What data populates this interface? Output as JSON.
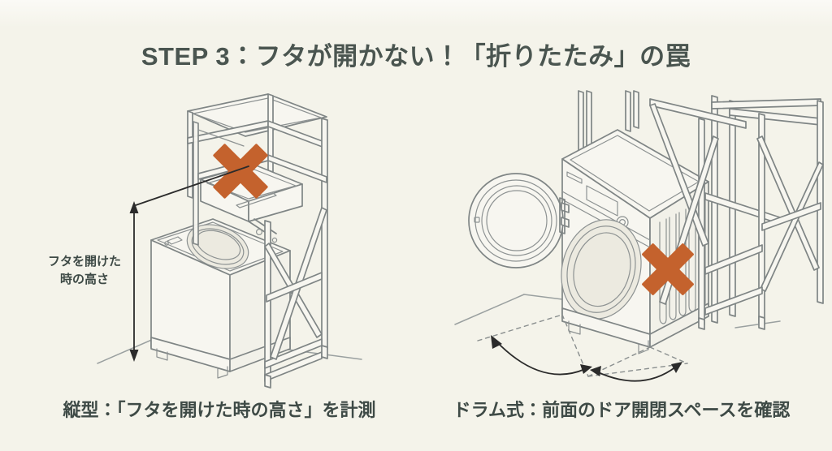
{
  "page": {
    "background_color": "#f4f3ea",
    "ink_color": "#7a8080",
    "text_color": "#3e4a46",
    "accent_color": "#c4622d"
  },
  "header": {
    "title": "STEP 3：フタが開かない！「折りたたみ」の罠",
    "title_color": "#4a5550"
  },
  "panels": [
    {
      "id": "top-loader",
      "caption": "縦型：「フタを開けた時の高さ」を計測",
      "measurement_label_line1": "フタを開けた",
      "measurement_label_line2": "時の高さ",
      "warning_marker": "x-mark",
      "warning_marker_color": "#c4622d",
      "appliance": "top-load-washing-machine",
      "furniture": "metal-shelf-rack"
    },
    {
      "id": "front-loader",
      "caption": "ドラム式：前面のドア開閉スペースを確認",
      "warning_marker": "x-mark",
      "warning_marker_color": "#c4622d",
      "appliance": "front-load-drum-washing-machine",
      "furniture": "metal-shelf-rack",
      "floor_annotation": "door-swing-arc-arrows"
    }
  ]
}
